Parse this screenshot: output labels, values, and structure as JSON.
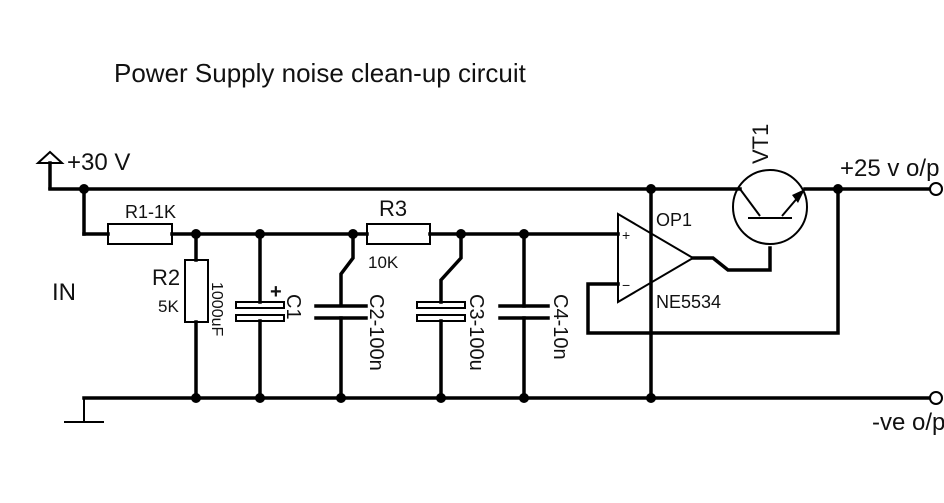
{
  "title": "Power Supply noise clean-up circuit",
  "labels": {
    "supply": "+30 V",
    "input": "IN",
    "out_pos": "+25 v o/p",
    "out_neg": "-ve o/p",
    "r1": "R1-1K",
    "r2": "R2",
    "r2_value": "5K",
    "r3": "R3",
    "r3_value": "10K",
    "c1": "C1",
    "c1_value": "1000uF",
    "c1_polarity": "+",
    "c2": "C2-100n",
    "c3": "C3-100u",
    "c4": "C4-10n",
    "op1": "OP1",
    "op1_part": "NE5534",
    "op_plus": "+",
    "op_minus": "−",
    "vt1": "VT1"
  }
}
